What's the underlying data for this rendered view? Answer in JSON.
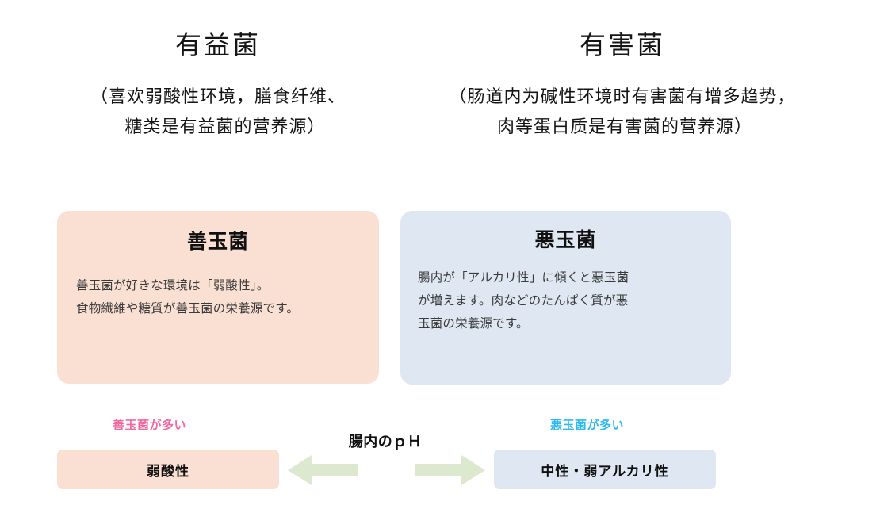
{
  "headers": {
    "left": {
      "title": "有益菌",
      "sub_line1": "（喜欢弱酸性环境，膳食纤维、",
      "sub_line2": "糖类是有益菌的营养源）"
    },
    "right": {
      "title": "有害菌",
      "sub_line1": "（肠道内为碱性环境时有害菌有增多趋势，",
      "sub_line2": "肉等蛋白质是有害菌的营养源）"
    }
  },
  "cards": {
    "good": {
      "title": "善玉菌",
      "body_line1": "善玉菌が好きな環境は「弱酸性」。",
      "body_line2": "食物繊維や糖質が善玉菌の栄養源です。",
      "bg_color": "#fae0d3"
    },
    "bad": {
      "title": "悪玉菌",
      "body_line1": "腸内が「アルカリ性」に傾くと悪玉菌",
      "body_line2": "が増えます。肉などのたんぱく質が悪",
      "body_line3": "玉菌の栄養源です。",
      "bg_color": "#dee7f2"
    }
  },
  "ph_scale": {
    "caption": "腸内のｐＨ",
    "good_label": "善玉菌が多い",
    "good_label_color": "#f4689f",
    "bad_label": "悪玉菌が多い",
    "bad_label_color": "#2fb9f3",
    "acid_bar": "弱酸性",
    "acid_bar_color": "#fae0d3",
    "alkali_bar": "中性・弱アルカリ性",
    "alkali_bar_color": "#dee7f2",
    "arrow_color": "#dde9cf"
  }
}
